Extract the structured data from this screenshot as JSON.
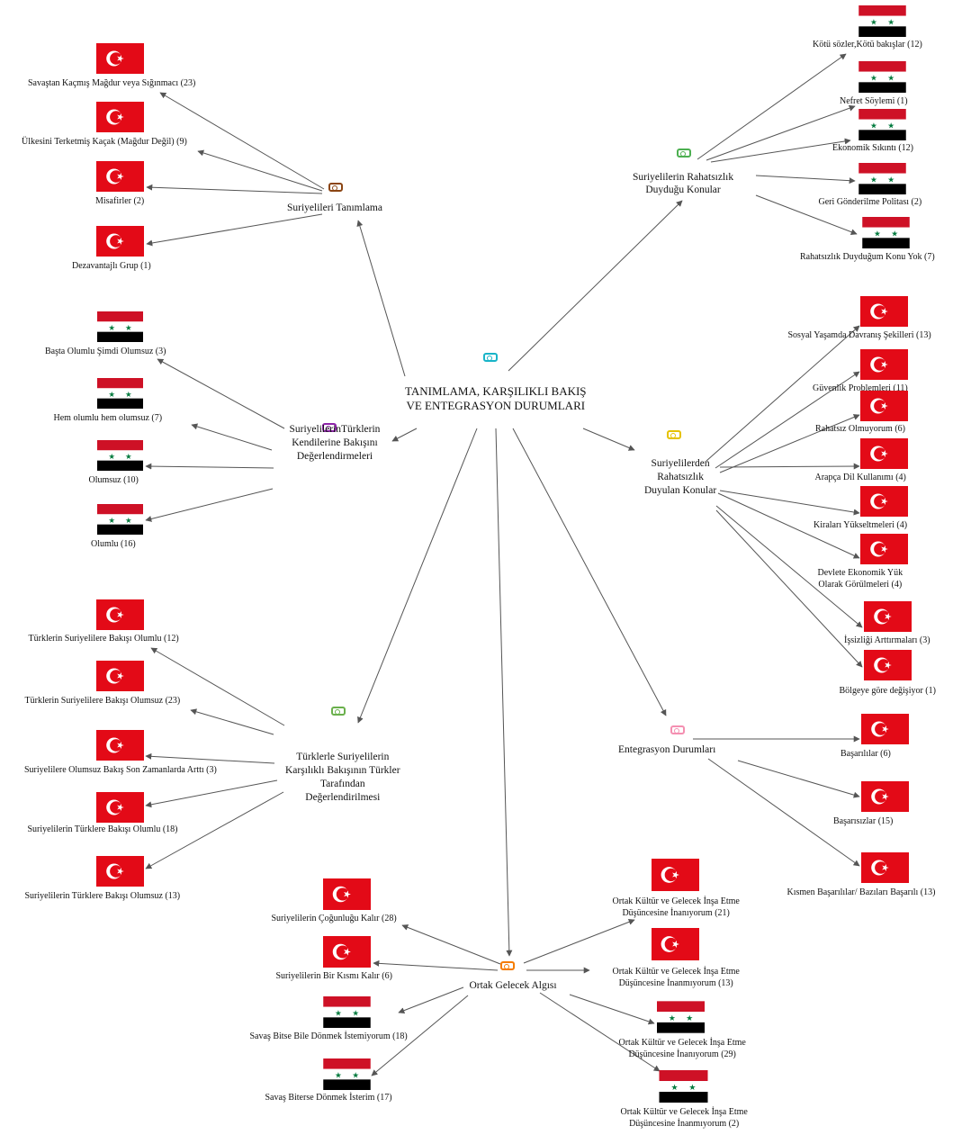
{
  "colors": {
    "edge": "#555555",
    "turkey_red": "#e30a17",
    "syria_red": "#ce1126",
    "syria_green": "#007a3d",
    "syria_black": "#000000"
  },
  "root": {
    "line1": "TANIMLAMA, KARŞILIKLI BAKIŞ",
    "line2": "VE ENTEGRASYON DURUMLARI",
    "icon_color": "#18b4c8",
    "icon": "code-tag-icon"
  },
  "hubs": [
    {
      "id": "tanimlama",
      "lines": [
        "Suriyelileri Tanımlama"
      ],
      "icon_color": "#8b4513",
      "leaves": [
        {
          "label": "Savaştan Kaçmış Mağdur veya Sığınmacı (23)",
          "flag": "turkey"
        },
        {
          "label": "Ülkesini Terketmiş Kaçak (Mağdur Değil) (9)",
          "flag": "turkey"
        },
        {
          "label": "Misafirler (2)",
          "flag": "turkey"
        },
        {
          "label": "Dezavantajlı Grup (1)",
          "flag": "turkey"
        }
      ]
    },
    {
      "id": "rahatsizlik",
      "lines": [
        "Suriyelilerin Rahatsızlık",
        "Duyduğu Konular"
      ],
      "icon_color": "#4caf50",
      "leaves": [
        {
          "label": "Kötü sözler,Kötü bakışlar (12)",
          "flag": "syria"
        },
        {
          "label": "Nefret Söylemi (1)",
          "flag": "syria"
        },
        {
          "label": "Ekonomik Sıkıntı (12)",
          "flag": "syria"
        },
        {
          "label": "Geri Gönderilme Politası (2)",
          "flag": "syria"
        },
        {
          "label": "Rahatsızlık Duyduğum Konu Yok (7)",
          "flag": "syria"
        }
      ]
    },
    {
      "id": "bakis",
      "lines": [
        "SuriyelilerinTürklerin",
        "Kendilerine Bakışını",
        "Değerlendirmeleri"
      ],
      "icon_color": "#8e24aa",
      "leaves": [
        {
          "label": "Başta Olumlu Şimdi Olumsuz (3)",
          "flag": "syria"
        },
        {
          "label": "Hem olumlu hem olumsuz (7)",
          "flag": "syria"
        },
        {
          "label": "Olumsuz (10)",
          "flag": "syria"
        },
        {
          "label": "Olumlu (16)",
          "flag": "syria"
        }
      ]
    },
    {
      "id": "rahatsizlik_duyulan",
      "lines": [
        "Suriyelilerden",
        "Rahatsızlık",
        "Duyulan Konular"
      ],
      "icon_color": "#e6c200",
      "leaves": [
        {
          "label": "Sosyal Yaşamda Davranış Şekilleri (13)",
          "flag": "turkey"
        },
        {
          "label": "Güvenlik Problemleri (11)",
          "flag": "turkey"
        },
        {
          "label": "Rahatsız Olmuyorum (6)",
          "flag": "turkey"
        },
        {
          "label": "Arapça Dil Kullanımı (4)",
          "flag": "turkey"
        },
        {
          "label": "Kiraları Yükseltmeleri (4)",
          "flag": "turkey"
        },
        {
          "label": "Devlete Ekonomik Yük Olarak Görülmeleri (4)",
          "flag": "turkey",
          "lines": [
            "Devlete Ekonomik Yük",
            "Olarak Görülmeleri (4)"
          ]
        },
        {
          "label": "İşsizliği Arttırmaları (3)",
          "flag": "turkey"
        },
        {
          "label": "Bölgeye göre değişiyor (1)",
          "flag": "turkey"
        }
      ]
    },
    {
      "id": "karsilikli",
      "lines": [
        "Türklerle Suriyelilerin",
        "Karşılıklı Bakışının Türkler",
        "Tarafından",
        "Değerlendirilmesi"
      ],
      "icon_color": "#6ab04c",
      "leaves": [
        {
          "label": "Türklerin Suriyelilere Bakışı Olumlu (12)",
          "flag": "turkey"
        },
        {
          "label": "Türklerin Suriyelilere Bakışı Olumsuz (23)",
          "flag": "turkey"
        },
        {
          "label": "Suriyelilere Olumsuz Bakış Son Zamanlarda Arttı (3)",
          "flag": "turkey"
        },
        {
          "label": "Suriyelilerin Türklere Bakışı Olumlu (18)",
          "flag": "turkey"
        },
        {
          "label": "Suriyelilerin Türklere Bakışı Olumsuz (13)",
          "flag": "turkey"
        }
      ]
    },
    {
      "id": "entegrasyon",
      "lines": [
        "Entegrasyon Durumları"
      ],
      "icon_color": "#f48fb1",
      "leaves": [
        {
          "label": "Başarılılar (6)",
          "flag": "turkey"
        },
        {
          "label": "Başarısızlar (15)",
          "flag": "turkey"
        },
        {
          "label": "Kısmen Başarılılar/ Bazıları Başarılı (13)",
          "flag": "turkey"
        }
      ]
    },
    {
      "id": "gelecek",
      "lines": [
        "Ortak Gelecek Algısı"
      ],
      "icon_color": "#f57c00",
      "leaves": [
        {
          "label": "Suriyelilerin Çoğunluğu Kalır (28)",
          "flag": "turkey"
        },
        {
          "label": "Suriyelilerin Bir Kısmı Kalır (6)",
          "flag": "turkey"
        },
        {
          "label": "Savaş Bitse Bile Dönmek İstemiyorum (18)",
          "flag": "syria"
        },
        {
          "label": "Savaş Biterse Dönmek İsterim (17)",
          "flag": "syria"
        },
        {
          "label": "Ortak Kültür ve Gelecek İnşa Etme Düşüncesine İnanıyorum (21)",
          "flag": "turkey",
          "lines": [
            "Ortak Kültür ve Gelecek İnşa Etme",
            "Düşüncesine İnanıyorum (21)"
          ]
        },
        {
          "label": "Ortak Kültür ve Gelecek İnşa Etme Düşüncesine İnanmıyorum (13)",
          "flag": "turkey",
          "lines": [
            "Ortak Kültür ve Gelecek İnşa Etme",
            "Düşüncesine İnanmıyorum (13)"
          ]
        },
        {
          "label": "Ortak Kültür ve Gelecek İnşa Etme Düşüncesine İnanıyorum (29)",
          "flag": "syria",
          "lines": [
            "Ortak Kültür ve Gelecek İnşa Etme",
            "Düşüncesine İnanıyorum (29)"
          ]
        },
        {
          "label": "Ortak Kültür ve Gelecek İnşa Etme Düşüncesine İnanmıyorum (2)",
          "flag": "syria",
          "lines": [
            "Ortak Kültür ve Gelecek İnşa Etme",
            "Düşüncesine İnanmıyorum (2)"
          ]
        }
      ]
    }
  ]
}
